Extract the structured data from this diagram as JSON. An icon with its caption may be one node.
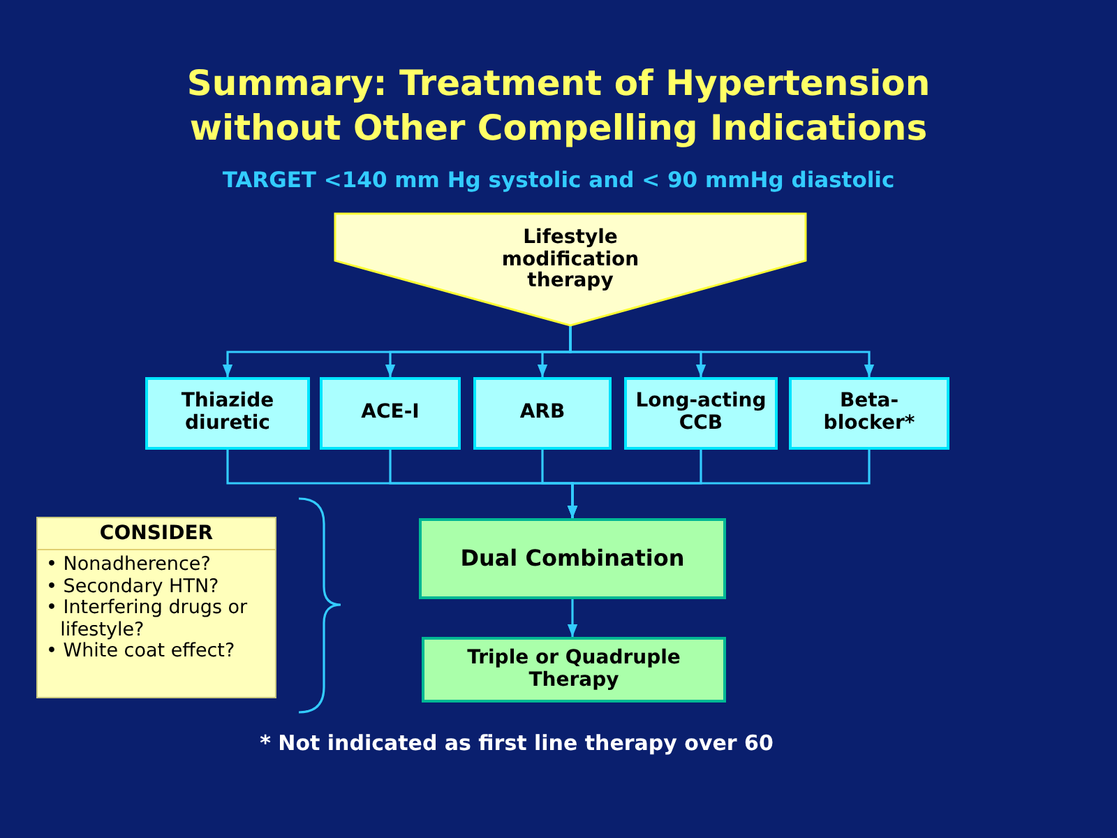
{
  "diagram": {
    "title": "Summary: Treatment of Hypertension without Other Compelling Indications",
    "nodes": [
      {
        "text": [
          "Lifestyle modification therapy"
        ]
      },
      {
        "text": [
          "Thiazide diuretic"
        ]
      },
      {
        "text": [
          "ACE-I"
        ]
      },
      {
        "text": [
          "ARB"
        ]
      },
      {
        "text": [
          "Long-acting CCB"
        ]
      },
      {
        "text": [
          "Beta-blocker*"
        ]
      },
      {
        "text": [
          "Dual Combination"
        ]
      },
      {
        "text": [
          "Triple or Quadruple Therapy"
        ]
      },
      {
        "text": [
          "CONSIDER",
          "• Nonadherence?",
          "• Secondary HTN?",
          "• Interfering drugs or lifestyle?",
          "• White coat effect?"
        ]
      }
    ],
    "edges": [
      {
        "from": 0,
        "to": 1,
        "arrow": "to"
      },
      {
        "from": 0,
        "to": 2,
        "arrow": "to"
      },
      {
        "from": 0,
        "to": 3,
        "arrow": "to"
      },
      {
        "from": 0,
        "to": 4,
        "arrow": "to"
      },
      {
        "from": 0,
        "to": 5,
        "arrow": "to"
      },
      {
        "from": 1,
        "to": 6,
        "arrow": "to"
      },
      {
        "from": 2,
        "to": 6,
        "arrow": "to"
      },
      {
        "from": 3,
        "to": 6,
        "arrow": "to"
      },
      {
        "from": 4,
        "to": 6,
        "arrow": "to"
      },
      {
        "from": 5,
        "to": 6,
        "arrow": "to"
      },
      {
        "from": 6,
        "to": 7,
        "arrow": "to"
      }
    ],
    "labels": [
      "TARGET <140 mm Hg systolic and < 90 mmHg diastolic",
      "* Not indicated as first line therapy over 60"
    ]
  }
}
